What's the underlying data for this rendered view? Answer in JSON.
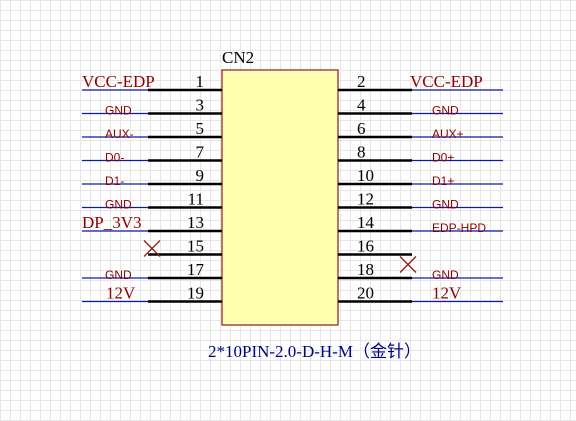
{
  "designator": "CN2",
  "part_name": "2*10PIN-2.0-D-H-M（金针）",
  "pins": [
    {
      "number": "1",
      "net": "VCC-EDP",
      "style": "serif-large",
      "no_connect": false
    },
    {
      "number": "2",
      "net": "VCC-EDP",
      "style": "serif-large",
      "no_connect": false
    },
    {
      "number": "3",
      "net": "GND",
      "style": "sans-small",
      "no_connect": false
    },
    {
      "number": "4",
      "net": "GND",
      "style": "sans-small",
      "no_connect": false
    },
    {
      "number": "5",
      "net": "AUX-",
      "style": "sans-small",
      "no_connect": false
    },
    {
      "number": "6",
      "net": "AUX+",
      "style": "sans-small",
      "no_connect": false
    },
    {
      "number": "7",
      "net": "D0-",
      "style": "sans-small",
      "no_connect": false
    },
    {
      "number": "8",
      "net": "D0+",
      "style": "sans-small",
      "no_connect": false
    },
    {
      "number": "9",
      "net": "D1-",
      "style": "sans-small",
      "no_connect": false
    },
    {
      "number": "10",
      "net": "D1+",
      "style": "sans-small",
      "no_connect": false
    },
    {
      "number": "11",
      "net": "GND",
      "style": "sans-small",
      "no_connect": false
    },
    {
      "number": "12",
      "net": "GND",
      "style": "sans-small",
      "no_connect": false
    },
    {
      "number": "13",
      "net": "DP_3V3",
      "style": "serif-large",
      "no_connect": false
    },
    {
      "number": "14",
      "net": "EDP-HPD",
      "style": "sans-small",
      "no_connect": false
    },
    {
      "number": "15",
      "net": "",
      "style": "none",
      "no_connect": true
    },
    {
      "number": "16",
      "net": "",
      "style": "none",
      "no_connect": true
    },
    {
      "number": "17",
      "net": "GND",
      "style": "sans-small",
      "no_connect": false
    },
    {
      "number": "18",
      "net": "GND",
      "style": "sans-small",
      "no_connect": false
    },
    {
      "number": "19",
      "net": "12V",
      "style": "serif-large",
      "no_connect": false
    },
    {
      "number": "20",
      "net": "12V",
      "style": "serif-large",
      "no_connect": false
    }
  ],
  "colors": {
    "body_fill": "#ffffb0",
    "body_stroke": "#8b1a1a",
    "pin_line": "#000000",
    "net_line": "#0b1ba3",
    "net_label": "#8b0000",
    "pin_number": "#000000",
    "designator": "#000000",
    "part_name": "#000080",
    "no_connect": "#8b1a1a"
  }
}
